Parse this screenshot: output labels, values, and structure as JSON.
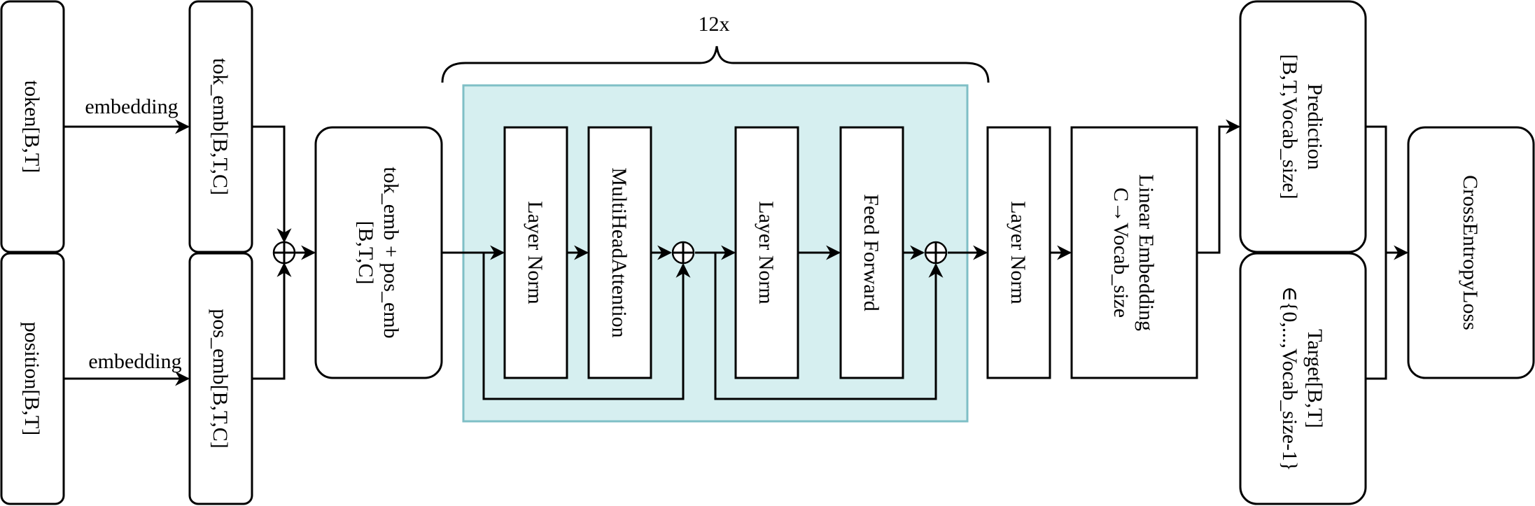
{
  "diagram": {
    "repeat_label": "12x",
    "nodes": {
      "token": "token[B,T]",
      "position": "position[B,T]",
      "tok_emb": "tok_emb[B,T,C]",
      "pos_emb": "pos_emb[B,T,C]",
      "sum_line1": "tok_emb + pos_emb",
      "sum_line2": "[B,T,C]",
      "ln1": "Layer Norm",
      "mha": "MultiHeadAttention",
      "ln2": "Layer Norm",
      "ff": "Feed Forward",
      "ln_final": "Layer Norm",
      "linear_line1": "Linear Embedding",
      "linear_line2": "C→Vocab_size",
      "pred_line1": "Prediction",
      "pred_line2": "[B,T,Vocab_size]",
      "target_line1": "Target[B,T]",
      "target_line2": "∈{0,...,Vocab_size-1}",
      "loss": "CrossEntropyLoss"
    },
    "edge_labels": {
      "embedding_top": "embedding",
      "embedding_bottom": "embedding"
    },
    "colors": {
      "block_fill": "#d6eff0",
      "block_stroke": "#7fbfc6",
      "stroke": "#000000"
    }
  }
}
